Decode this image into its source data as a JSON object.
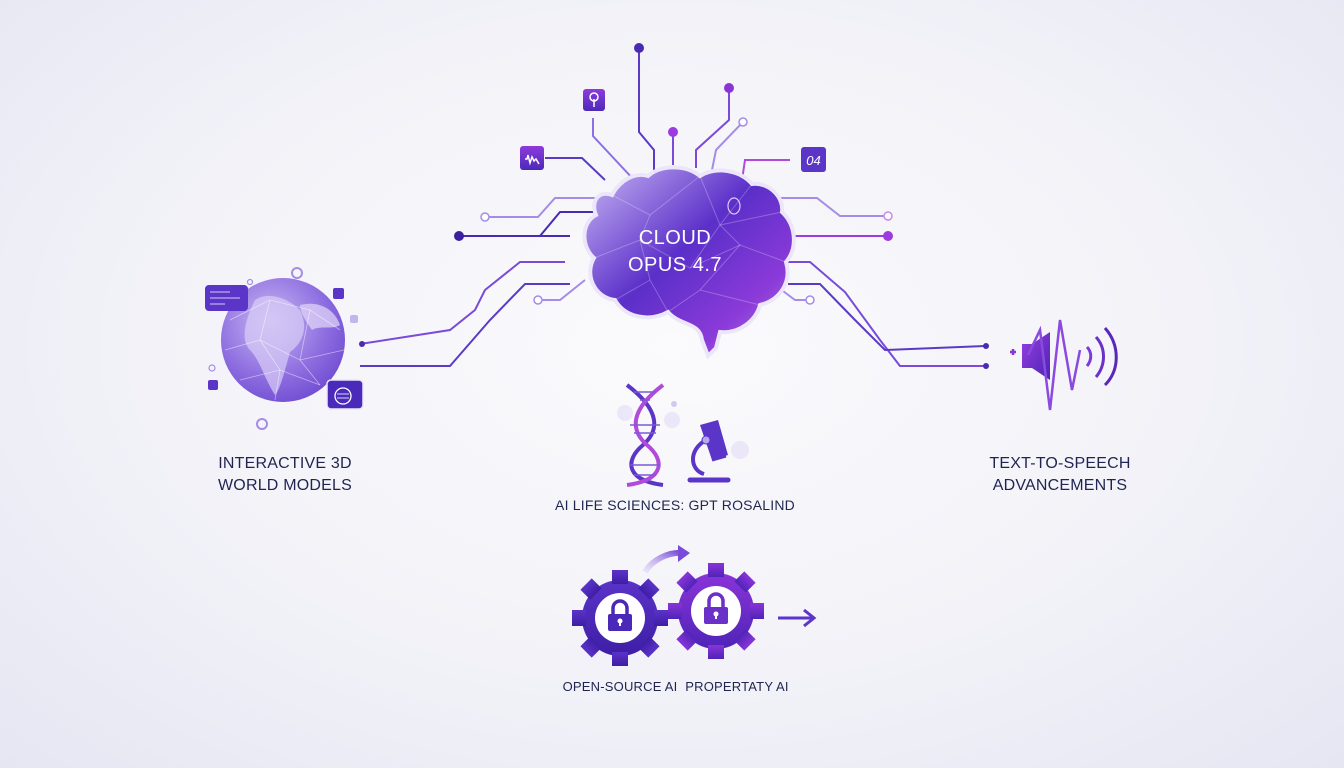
{
  "center": {
    "title_line1": "CLOUD",
    "title_line2": "OPUS 4.7",
    "icon": "brain-icon"
  },
  "nodes": {
    "world_models": {
      "line1": "INTERACTIVE 3D",
      "line2": "WORLD MODELS",
      "icon": "globe-icon"
    },
    "tts": {
      "line1": "TEXT-TO-SPEECH",
      "line2": "ADVANCEMENTS",
      "icon": "speaker-waveform-icon"
    },
    "life_sciences": {
      "label": "AI LIFE SCIENCES: GPT ROSALIND",
      "icons": [
        "dna-icon",
        "microscope-icon"
      ]
    },
    "open_source": {
      "label": "OPEN-SOURCE AI",
      "icon": "gear-lock-icon"
    },
    "proprietary": {
      "label": "PROPERTATY AI",
      "icon": "gear-lock-icon"
    }
  },
  "satellite_icons": [
    "audio-wave-icon",
    "microphone-icon",
    "code-glyph-icon"
  ],
  "colors": {
    "primary": "#5b2fc9",
    "accent": "#9b3be0",
    "deep": "#3b1fa0",
    "light": "#b8a6ee",
    "text": "#1f2550"
  }
}
